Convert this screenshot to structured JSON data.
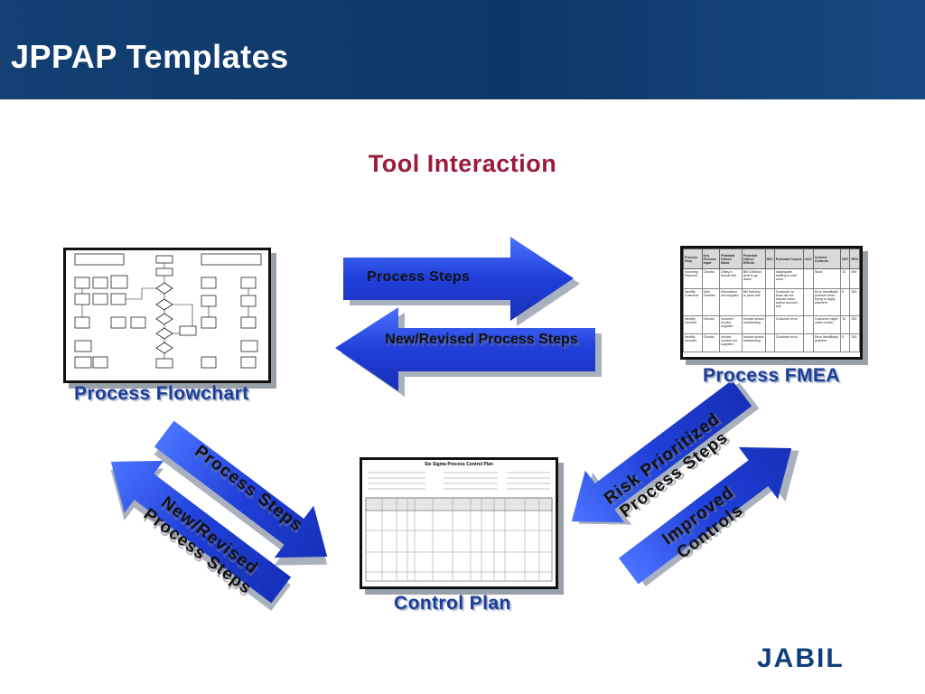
{
  "header": {
    "title": "JPPAP Templates"
  },
  "subtitle": "Tool Interaction",
  "documents": {
    "flowchart": {
      "label": "Process Flowchart"
    },
    "fmea": {
      "label": "Process FMEA",
      "table_header": [
        "Process Step",
        "Key Process Input",
        "Potential Failure Mode",
        "Potential Failure Effects",
        "SEV",
        "Potential Causes",
        "OCC",
        "Current Controls",
        "DET",
        "RPN"
      ],
      "rows": [
        [
          "Incoming Payment",
          "Checks",
          "Delay in format info",
          "Bill Collector deal to go down",
          "",
          "Inadequate staffing in mail room",
          "",
          "None",
          "10",
          "490"
        ],
        [
          "Identify Customer",
          "Wire Transfer",
          "Information not supplied",
          "Bill Delivery to pass due",
          "",
          "Customer on bank did not include name and/or account info",
          "",
          "Error identifiably problem when trying to apply payment",
          "5",
          "250"
        ],
        [
          "Identify Invoices",
          "Checks",
          "Incorrect invoice supplied",
          "Invoice shows outstanding",
          "",
          "Customer error",
          "",
          "Customer might catch a letter",
          "10",
          "250"
        ],
        [
          "Identify Invoices",
          "Checks",
          "Invoice number not supplied",
          "Invoice shows outstanding",
          "",
          "Customer error",
          "",
          "Error identifiably problem",
          "5",
          "250"
        ]
      ]
    },
    "control_plan": {
      "label": "Control Plan",
      "title": "Six Sigma Process Control Plan"
    }
  },
  "arrows": {
    "top_right": "Process Steps",
    "top_left": "New/Revised Process Steps",
    "left_down": "Process Steps",
    "left_up": "New/Revised Process Steps",
    "right_down": "Risk Prioritized Process Steps",
    "right_up": "Improved Controls"
  },
  "logo": "JABIL",
  "colors": {
    "header": "#133f72",
    "subtitle": "#9b1b3b",
    "arrow": "#1f3fd8",
    "label": "#1d3e98"
  }
}
